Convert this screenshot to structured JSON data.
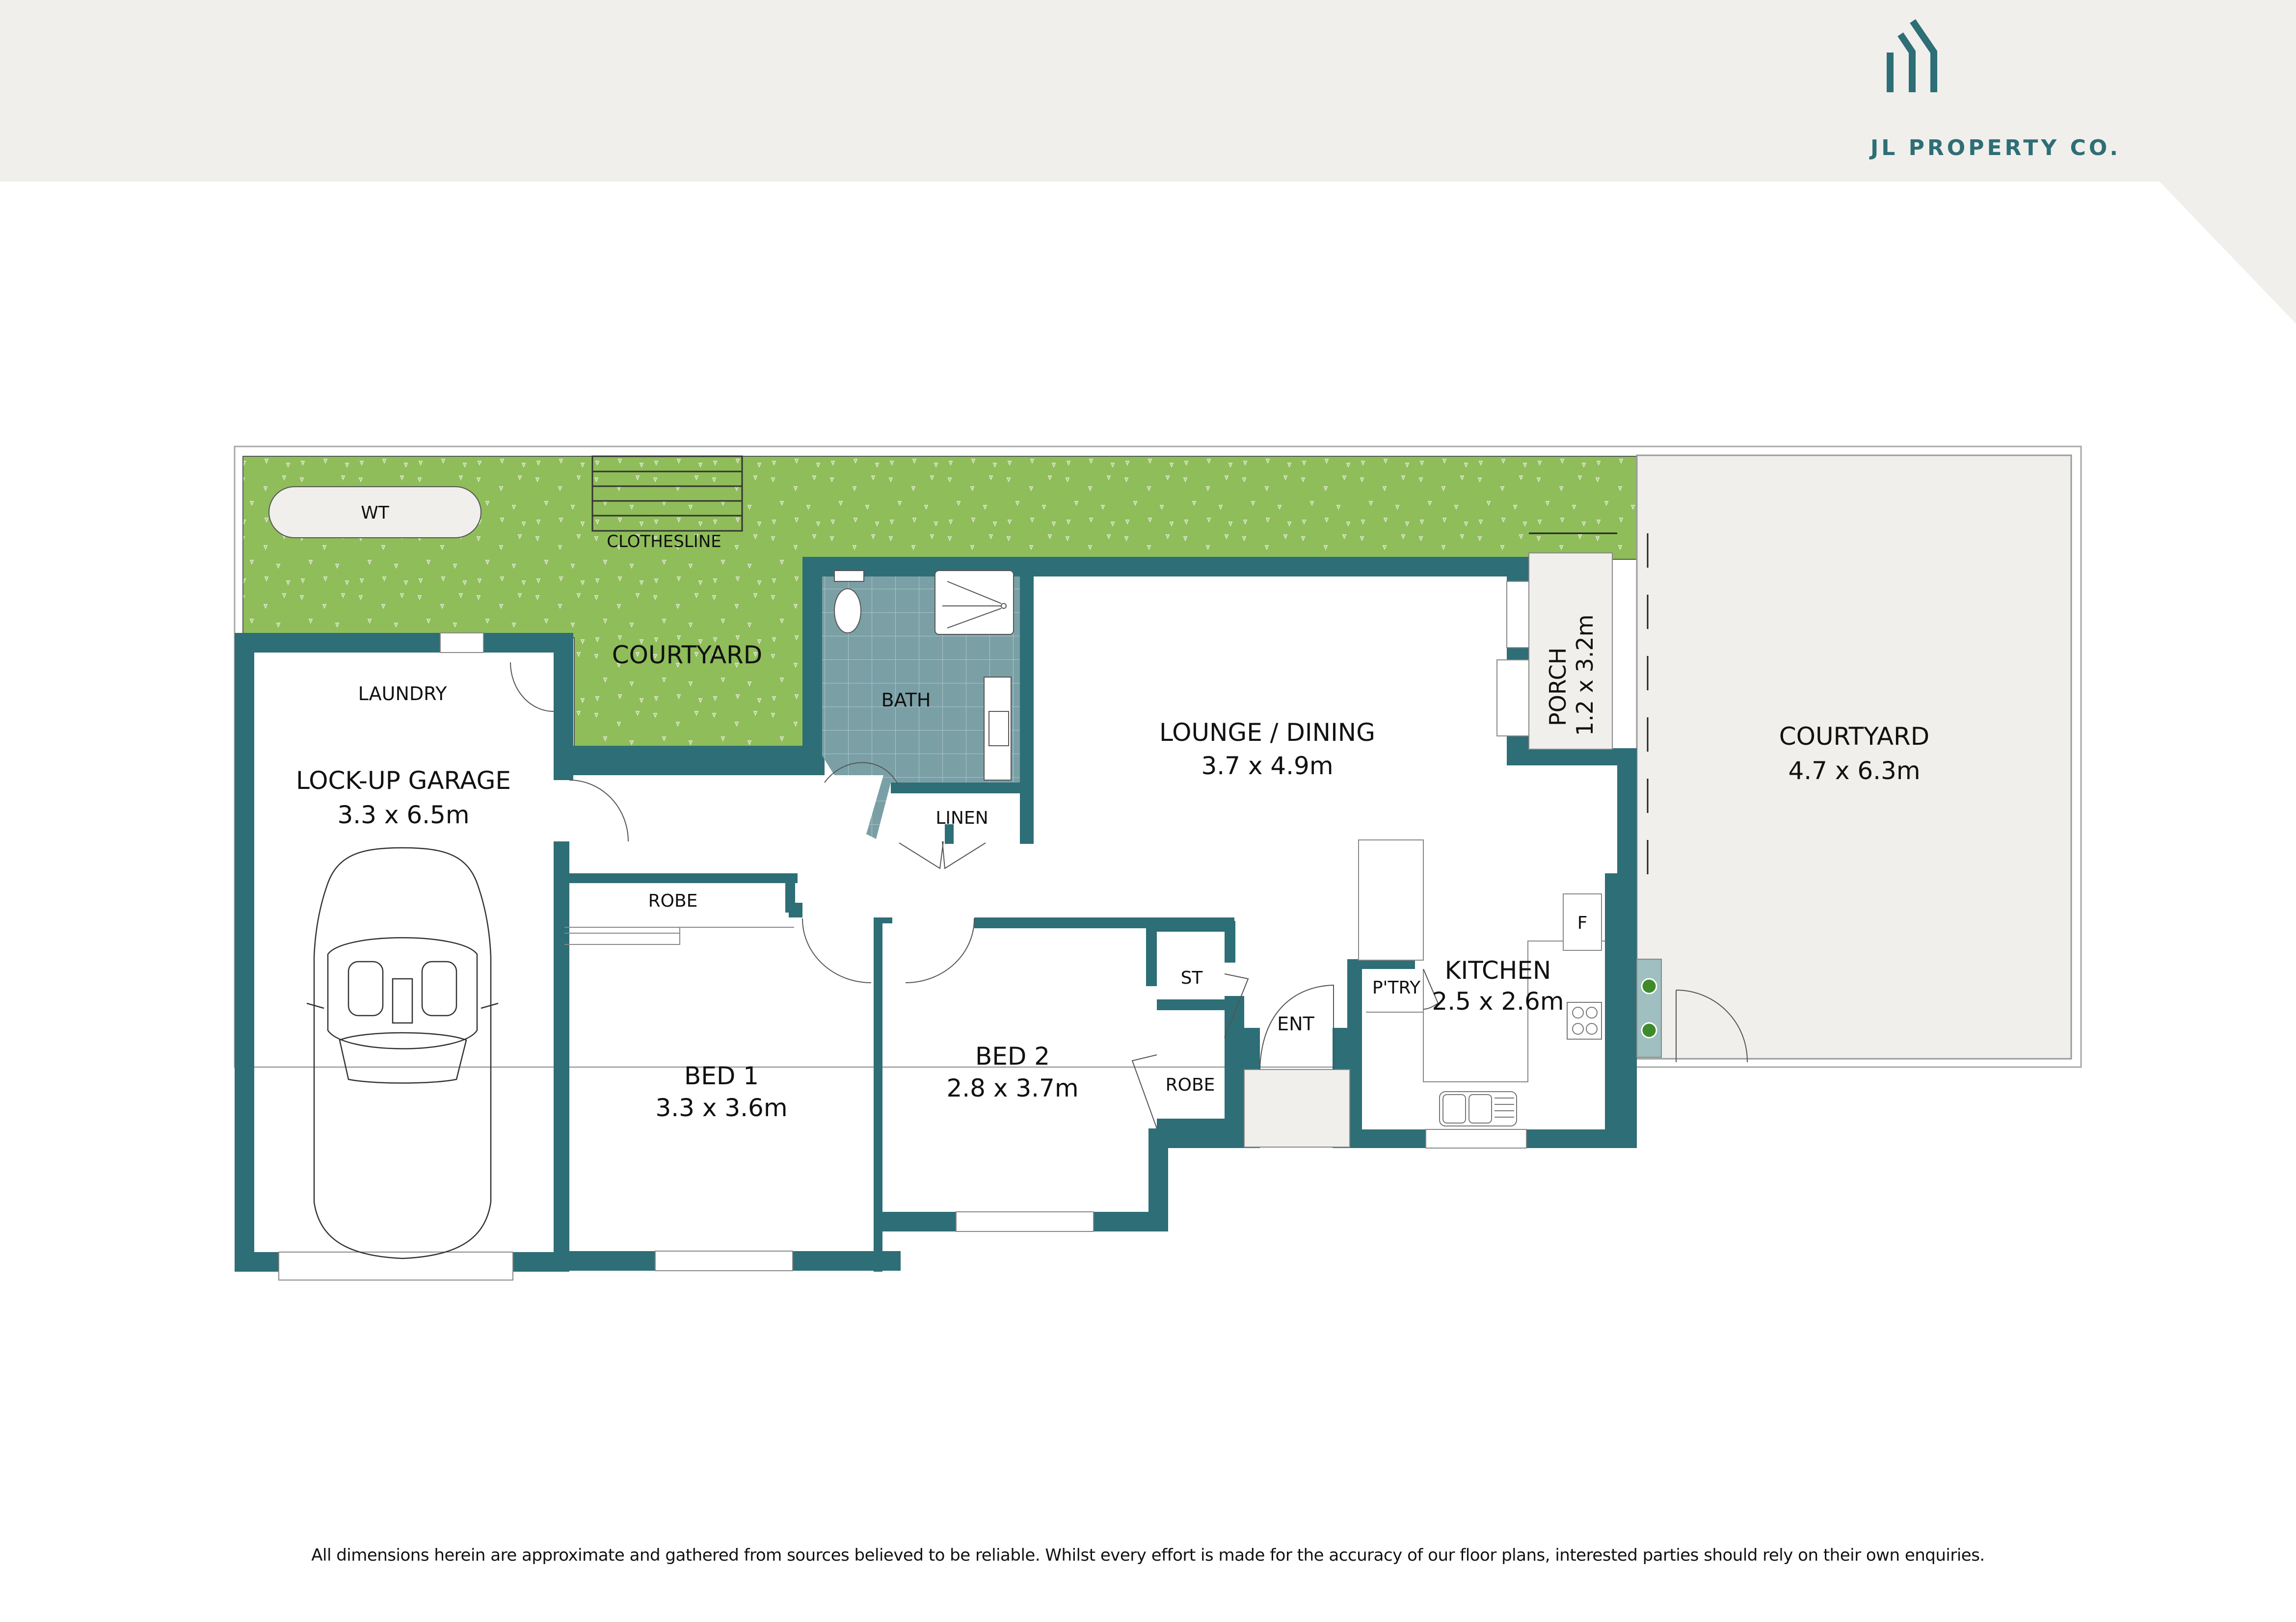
{
  "brand": {
    "name": "JL PROPERTY CO.",
    "logo_icon": "house-lines-icon",
    "accent_color": "#2e6e76"
  },
  "colors": {
    "wall": "#2e6e76",
    "lawn": "#8fbd5a",
    "paving": "#f0efeb",
    "bath_tile": "#7aa0a6",
    "planter": "#9fbfc1",
    "header_band": "#f0efeb"
  },
  "outdoor": {
    "wt": "WT",
    "clothesline": "CLOTHESLINE",
    "courtyard_rear": "COURTYARD",
    "courtyard_front": {
      "name": "COURTYARD",
      "size": "4.7 x 6.3m"
    },
    "porch": {
      "name": "PORCH",
      "size": "1.2 x 3.2m"
    }
  },
  "rooms": {
    "laundry": "LAUNDRY",
    "garage": {
      "name": "LOCK-UP GARAGE",
      "size": "3.3 x 6.5m"
    },
    "bath": "BATH",
    "linen": "LINEN",
    "lounge": {
      "name": "LOUNGE / DINING",
      "size": "3.7 x 4.9m"
    },
    "bed1": {
      "name": "BED 1",
      "size": "3.3 x 3.6m"
    },
    "bed1_robe": "ROBE",
    "bed2": {
      "name": "BED 2",
      "size": "2.8 x 3.7m"
    },
    "bed2_robe": "ROBE",
    "store": "ST",
    "entry": "ENT",
    "pantry": "P'TRY",
    "kitchen": {
      "name": "KITCHEN",
      "size": "2.5 x 2.6m"
    },
    "fridge": "F"
  },
  "footer": {
    "disclaimer": "All dimensions herein are approximate and gathered from sources believed to be reliable. Whilst every effort is made for the accuracy of our floor plans, interested parties should rely on their own enquiries."
  }
}
